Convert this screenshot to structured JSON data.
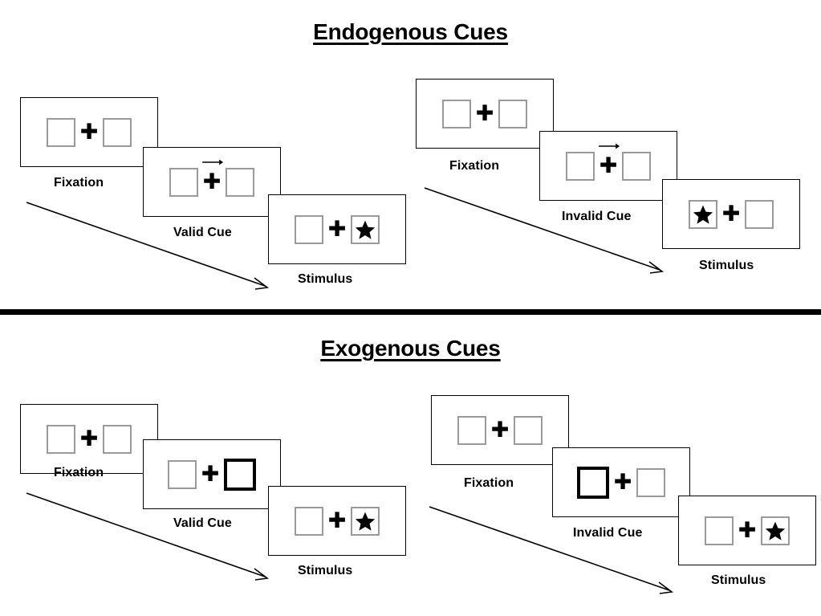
{
  "sections": [
    {
      "id": "endogenous",
      "title": "Endogenous Cues",
      "columns": [
        {
          "id": "endogenous-valid",
          "cue_type": "arrow",
          "cue_direction": "right",
          "panels": [
            {
              "caption": "Fixation",
              "left_box": "empty",
              "right_box": "empty",
              "cue": "none"
            },
            {
              "caption": "Valid Cue",
              "left_box": "empty",
              "right_box": "empty",
              "cue": "arrow-right"
            },
            {
              "caption": "Stimulus",
              "left_box": "empty",
              "right_box": "star",
              "cue": "none"
            }
          ]
        },
        {
          "id": "endogenous-invalid",
          "cue_type": "arrow",
          "cue_direction": "right",
          "panels": [
            {
              "caption": "Fixation",
              "left_box": "empty",
              "right_box": "empty",
              "cue": "none"
            },
            {
              "caption": "Invalid Cue",
              "left_box": "empty",
              "right_box": "empty",
              "cue": "arrow-right"
            },
            {
              "caption": "Stimulus",
              "left_box": "star",
              "right_box": "empty",
              "cue": "none"
            }
          ]
        }
      ]
    },
    {
      "id": "exogenous",
      "title": "Exogenous Cues",
      "columns": [
        {
          "id": "exogenous-valid",
          "cue_type": "box-flash",
          "cue_direction": "right",
          "panels": [
            {
              "caption": "Fixation",
              "left_box": "empty",
              "right_box": "empty",
              "cue": "none"
            },
            {
              "caption": "Valid Cue",
              "left_box": "empty",
              "right_box": "cued",
              "cue": "box-right"
            },
            {
              "caption": "Stimulus",
              "left_box": "empty",
              "right_box": "star",
              "cue": "none"
            }
          ]
        },
        {
          "id": "exogenous-invalid",
          "cue_type": "box-flash",
          "cue_direction": "left",
          "panels": [
            {
              "caption": "Fixation",
              "left_box": "empty",
              "right_box": "empty",
              "cue": "none"
            },
            {
              "caption": "Invalid Cue",
              "left_box": "cued",
              "right_box": "empty",
              "cue": "box-left"
            },
            {
              "caption": "Stimulus",
              "left_box": "empty",
              "right_box": "star",
              "cue": "none"
            }
          ]
        }
      ]
    }
  ],
  "symbols": {
    "fixation_cross": "✚",
    "star_target": "star-icon",
    "cue_arrow": "arrow-right-icon"
  },
  "colors": {
    "stroke": "#000000",
    "box_border": "#9a9a9a",
    "background": "#ffffff",
    "divider": "#000000"
  }
}
